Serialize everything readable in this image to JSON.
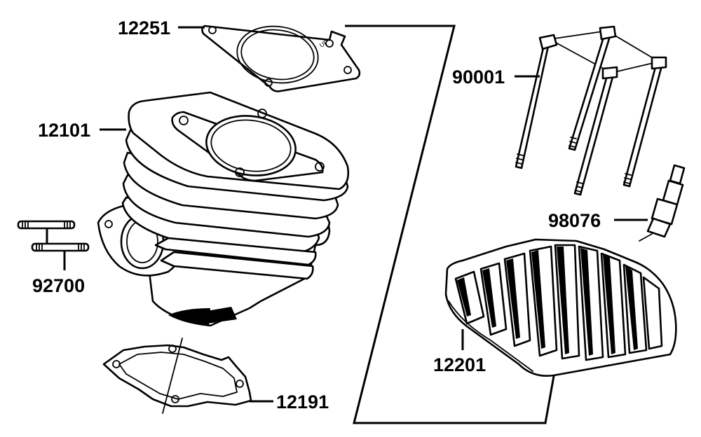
{
  "diagram": {
    "parts": [
      {
        "id": "gasket_top",
        "number": "12251"
      },
      {
        "id": "cylinder",
        "number": "12101"
      },
      {
        "id": "studs",
        "number": "92700"
      },
      {
        "id": "gasket_base",
        "number": "12191"
      },
      {
        "id": "head_bolts",
        "number": "90001"
      },
      {
        "id": "spark_plug",
        "number": "98076"
      },
      {
        "id": "cylinder_head",
        "number": "12201"
      }
    ],
    "gasket_mark": "UP"
  }
}
